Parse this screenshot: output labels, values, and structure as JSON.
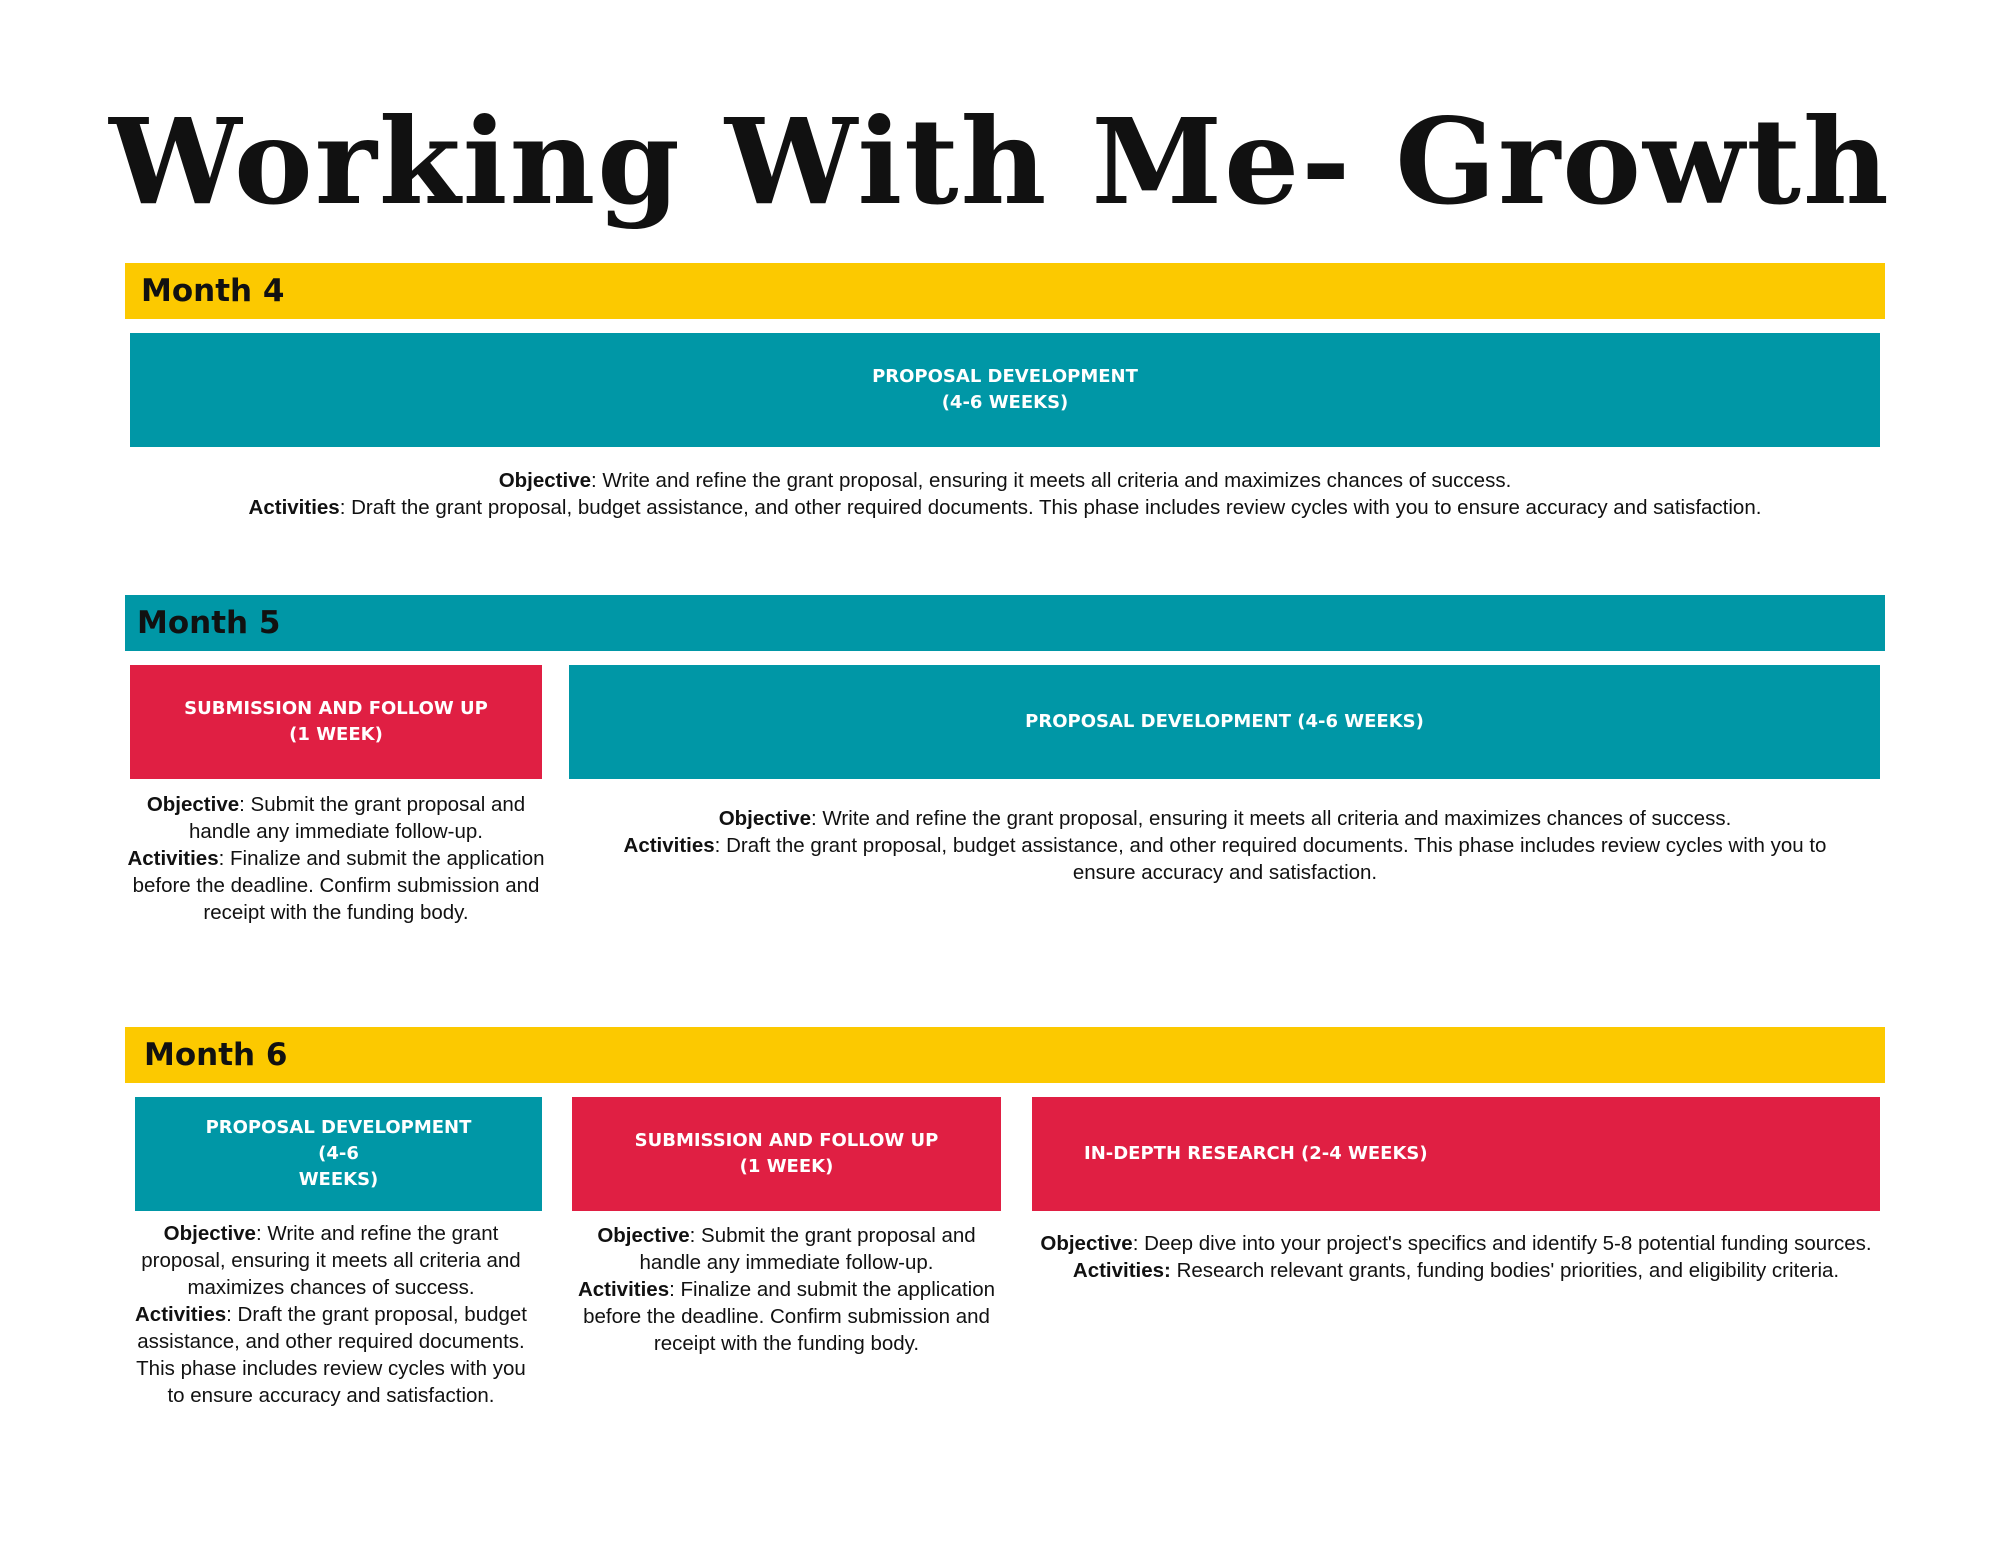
{
  "title": "Working With Me- Growth",
  "labels": {
    "objective": "Objective",
    "activities": "Activities"
  },
  "month4": {
    "label": "Month 4",
    "box": {
      "line1": "PROPOSAL DEVELOPMENT",
      "line2": "(4-6 WEEKS)"
    },
    "objective": ": Write and refine the grant proposal, ensuring it meets all criteria and maximizes chances of success.",
    "activities": ": Draft the grant proposal, budget assistance, and other required documents. This phase includes review cycles with you to ensure accuracy and satisfaction."
  },
  "month5": {
    "label": "Month 5",
    "submission": {
      "line1": "SUBMISSION AND FOLLOW UP",
      "line2": "(1 WEEK)",
      "objective": ": Submit the grant proposal and handle any immediate follow-up.",
      "activities": ": Finalize and submit the application before the deadline. Confirm submission and receipt with the funding body."
    },
    "proposal": {
      "line1": "PROPOSAL DEVELOPMENT  (4-6 WEEKS)",
      "objective": ": Write and refine the grant proposal, ensuring it meets all criteria and maximizes chances of success.",
      "activities": ": Draft the grant proposal, budget assistance, and other required documents. This phase includes review cycles with you to ensure accuracy and satisfaction."
    }
  },
  "month6": {
    "label": "Month 6",
    "proposal": {
      "line1": "PROPOSAL DEVELOPMENT  (4-6",
      "line2": "WEEKS)",
      "objective": ": Write and refine the grant proposal, ensuring it meets all criteria and maximizes chances of success.",
      "activities": ": Draft the grant proposal, budget assistance, and other required documents. This phase includes review cycles with you to ensure accuracy and satisfaction."
    },
    "submission": {
      "line1": "SUBMISSION AND FOLLOW UP",
      "line2": "(1 WEEK)",
      "objective": ": Submit the grant proposal and handle any immediate follow-up.",
      "activities": ": Finalize and submit the application before the deadline. Confirm submission and receipt with the funding body."
    },
    "research": {
      "line1": "IN-DEPTH RESEARCH (2-4 WEEKS)",
      "objective": ": Deep dive into your project's specifics and identify 5-8 potential funding sources.",
      "activities": " Research relevant grants, funding bodies' priorities, and eligibility criteria.",
      "activities_label": "Activities:"
    }
  },
  "colors": {
    "yellow": "#fcc900",
    "teal": "#0097a6",
    "red": "#e01f43"
  }
}
